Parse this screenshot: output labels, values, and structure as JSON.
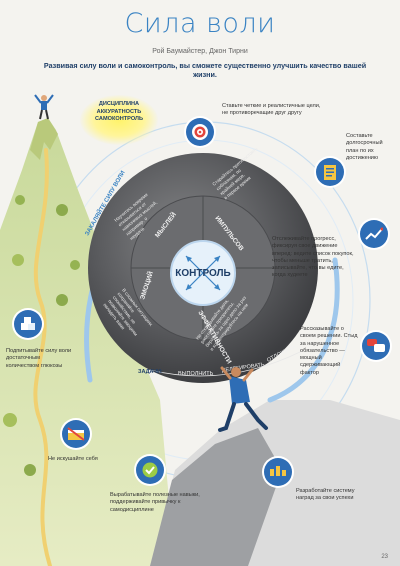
{
  "header": {
    "title": "Сила воли",
    "authors": "Рой Баумайстер, Джон Тирни",
    "lead": "Развивая силу воли и самоконтроль, вы сможете существенно улучшить качество вашей жизни."
  },
  "sun_text": [
    "ДИСЦИПЛИНА",
    "АККУРАТНОСТЬ",
    "САМОКОНТРОЛЬ"
  ],
  "boost_label": "ЗАКАЛЯЙТЕ СИЛУ ВОЛИ",
  "center": {
    "label": "КОНТРОЛЬ",
    "sectors": [
      "МЫСЛЕЙ",
      "ИМПУЛЬСОВ",
      "ЭФФЕКТИВНОСТИ",
      "ЭМОЦИЙ"
    ],
    "sector_notes": [
      [
        "Научитесь вовремя",
        "отказываться от",
        "навязчивых мыслей,",
        "например, о",
        "неудаче"
      ],
      [
        "Старайтесь противостоять",
        "соблазнам, по",
        "крайней мере,",
        "в первое время"
      ],
      [
        "Не откладывайте дела,",
        "расставьте приоритеты,",
        "беритесь за одно дело за раз",
        "и концентрируйтесь на нем"
      ],
      [
        "В сложных ситуациях",
        "сохраняйте",
        "спокойствие, не",
        "позволяйте эмоциям",
        "овладеть вами"
      ]
    ]
  },
  "tasks_line": {
    "label": "ЗАДАЧИ:",
    "steps": [
      "ВЫПОЛНИТЬ",
      "ДЕЛЕГИРОВАТЬ",
      "ОТЛОЖИТЬ"
    ]
  },
  "tips": {
    "goals": "Ставьте четкие и реалистичные цели, не противоречащие друг другу",
    "plan": "Составьте долгосрочный план по их достижению",
    "progress": "Отслеживайте прогресс, фиксируя свое движение вперед: ведите список покупок, чтобы меньше тратить, записывайте, что вы едите, когда худеете",
    "tell": "Рассказывайте о своем решении. Стыд за нарушенное обязательство — мощный сдерживающий фактор",
    "rewards": "Разработайте систему наград за свои успехи",
    "habits": "Вырабатывайте полезные навыки, поддерживайте привычку к самодисциплине",
    "no_fool": "Не искушайте себя",
    "glucose": "Подпитывайте силу воли достаточным количеством глюкозы"
  },
  "page_number": "23",
  "colors": {
    "title": "#3a83c3",
    "icon": "#2e6db5",
    "boulder": "#58595c",
    "arrows": "#9ec7ec"
  }
}
